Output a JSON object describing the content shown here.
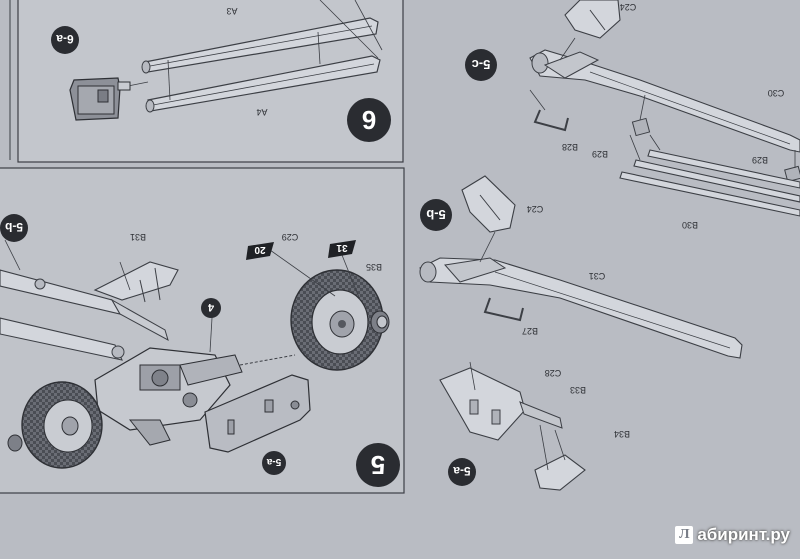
{
  "steps": {
    "step6": {
      "number": "6"
    },
    "step5": {
      "number": "5"
    }
  },
  "badges": {
    "b6a": "6-a",
    "b5c": "5-c",
    "b5b_right": "5-b",
    "b5b_left": "5-b",
    "b5a_right": "5-a",
    "b5a_left": "5-a",
    "b4": "4",
    "b20": "20",
    "b31": "31"
  },
  "parts": {
    "A3": "A3",
    "A4": "A4",
    "C24_top": "C24",
    "C24_mid": "C24",
    "C30": "C30",
    "C31": "C31",
    "B28": "B28",
    "B29_a": "B29",
    "B29_b": "B29",
    "B30": "B30",
    "B27": "B27",
    "C28": "C28",
    "B33": "B33",
    "B34": "B34",
    "C29": "C29",
    "B35": "B35",
    "B31": "B31"
  },
  "watermark": {
    "glyph": "Л",
    "text": "абиринт.ру"
  },
  "colors": {
    "paper": "#b9bcc3",
    "line": "#3c3f45",
    "badge": "#2a2c31",
    "tire": "#5d6068",
    "part_fill": "#d3d6dc"
  }
}
